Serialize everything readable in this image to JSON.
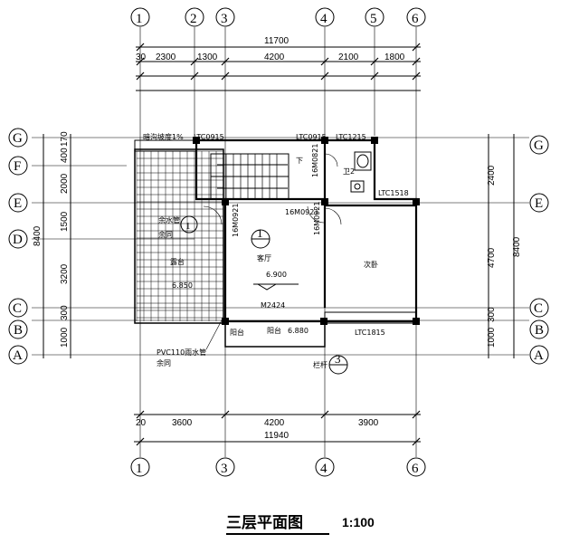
{
  "axes": {
    "top": [
      "1",
      "2",
      "3",
      "4",
      "5",
      "6"
    ],
    "bottom": [
      "1",
      "3",
      "4",
      "6"
    ],
    "left": [
      "G",
      "F",
      "E",
      "D",
      "C",
      "B",
      "A"
    ],
    "right": [
      "G",
      "E",
      "C",
      "B",
      "A"
    ]
  },
  "dimensions": {
    "top_total": "11700",
    "top_segments": [
      "30",
      "2300",
      "1300",
      "4200",
      "2100",
      "1800"
    ],
    "bottom_segments": [
      "20",
      "3600",
      "4200",
      "3900"
    ],
    "bottom_total": "11940",
    "left_segments": [
      "170",
      "400",
      "2000",
      "1500",
      "3200",
      "300",
      "1000"
    ],
    "left_total": "8400",
    "right_segments": [
      "2400",
      "4700",
      "300",
      "1000"
    ],
    "right_total": "8400"
  },
  "labels": {
    "slope": "暗沟坡度1%",
    "ltc0915_a": "LTC0915",
    "ltc0915_b": "LTC0915",
    "ltc1215": "LTC1215",
    "ltc1518": "LTC1518",
    "ltc1815": "LTC1815",
    "m0821": "16M0821",
    "m0921_a": "16M0921",
    "m0921_b": "16M0921",
    "m0921_c": "16M0921",
    "m2424": "M2424",
    "wc": "卫2",
    "down": "下",
    "living_room": "客厅",
    "living_elev": "6.900",
    "terrace": "露台",
    "terrace_elev": "6.850",
    "bedroom": "次卧",
    "balcony": "阳台",
    "balcony_elev": "6.880",
    "balcony_side": "阳台",
    "rail": "栏杆",
    "pipe": "PVC110雨水管",
    "pipe2": "余同",
    "note_a": "余水管",
    "note_b": "余同",
    "sec1": "1",
    "sec2": "1",
    "sec3": "3"
  },
  "title": "三层平面图",
  "scale": "1:100"
}
